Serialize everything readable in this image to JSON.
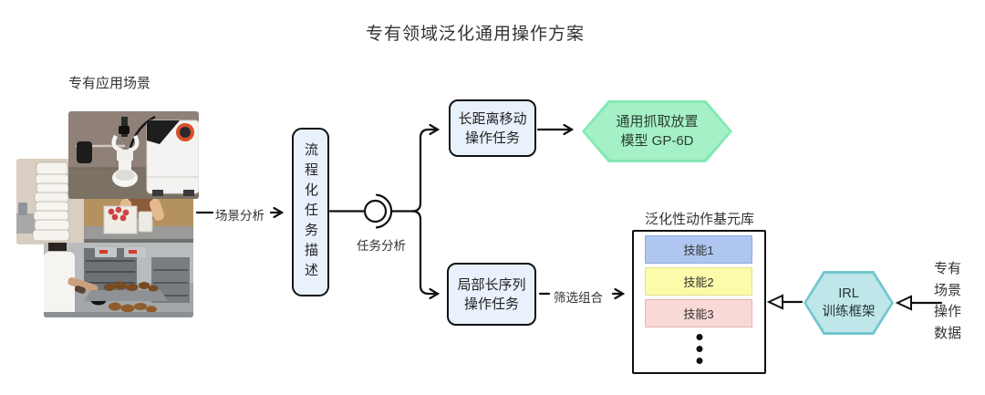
{
  "title": "专有领域泛化通用操作方案",
  "scene": {
    "label": "专有应用场景",
    "photos": [
      "robot-arm-cleaning-toilet-photo",
      "stacked-plastic-cups-and-kitchen-packing-photo",
      "chef-handling-trays-of-food-photo"
    ]
  },
  "flow": {
    "scene_analysis": "场景分析",
    "process_box": "流程化任务描述",
    "task_analysis": "任务分析",
    "long_distance_task": "长距离移动\n操作任务",
    "gp6d_model": "通用抓取放置\n模型 GP-6D",
    "local_sequence_task": "局部长序列\n操作任务",
    "filter_combine": "筛选组合"
  },
  "library": {
    "title": "泛化性动作基元库",
    "skills": [
      {
        "label": "技能1"
      },
      {
        "label": "技能2"
      },
      {
        "label": "技能3"
      }
    ]
  },
  "irl_framework": "IRL\n训练框架",
  "data_source": "专有\n场景\n操作\n数据",
  "colors": {
    "box_fill": "#E9F1FC",
    "box_border": "#111111",
    "green_fill": "#A5F0C6",
    "green_border": "#82E9B3",
    "teal_fill": "#BFE7EA",
    "teal_border": "#74C7CF",
    "skill1_fill": "#AEC6F0",
    "skill1_border": "#8FA9D9",
    "skill2_fill": "#FBFBA9",
    "skill2_border": "#E0E088",
    "skill3_fill": "#F9D9D6",
    "skill3_border": "#EDB4AF",
    "line": "#111111"
  }
}
